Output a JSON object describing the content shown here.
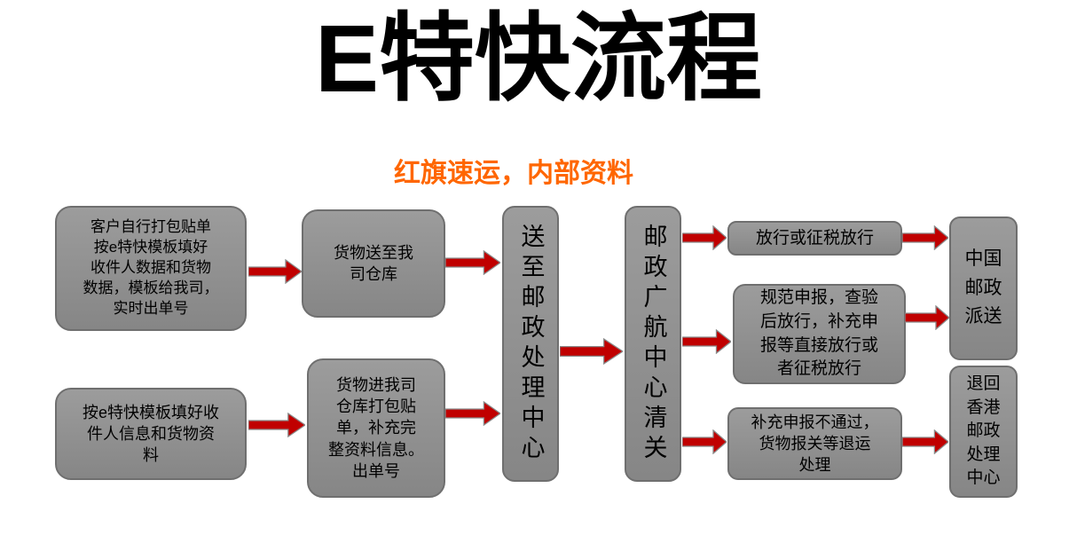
{
  "header": {
    "title": "E特快流程",
    "subtitle": "红旗速运，内部资料"
  },
  "colors": {
    "background": "#ffffff",
    "title": "#000000",
    "subtitle": "#ff6600",
    "box_fill_top": "#9c9c9c",
    "box_fill_bottom": "#868686",
    "box_border": "#6f6f6f",
    "box_text": "#000000",
    "arrow_fill": "#c00000",
    "arrow_stroke": "#8a8a8a"
  },
  "flow": {
    "boxes": [
      {
        "id": "customer-self-pack",
        "text": "客户自行打包贴单\n按e特快模板填好\n收件人数据和货物\n数据，模板给我司，\n实时出单号"
      },
      {
        "id": "template-fill-info",
        "text": "按e特快模板填好收\n件人信息和货物资\n料"
      },
      {
        "id": "goods-to-warehouse",
        "text": "货物送至我\n司仓库"
      },
      {
        "id": "warehouse-pack-label",
        "text": "货物进我司\n仓库打包贴\n单，补充完\n整资料信息。\n出单号"
      },
      {
        "id": "postal-processing-center",
        "text": "送至邮政处理中心"
      },
      {
        "id": "customs-clearance-center",
        "text": "邮政广航中心清关"
      },
      {
        "id": "release-or-tax-release",
        "text": "放行或征税放行"
      },
      {
        "id": "standard-declaration",
        "text": "规范申报，查验\n后放行，补充申\n报等直接放行或\n者征税放行"
      },
      {
        "id": "declaration-fail-return",
        "text": "补充申报不通过，\n货物报关等退运\n处理"
      },
      {
        "id": "china-post-delivery",
        "text": "中国\n邮政\n派送"
      },
      {
        "id": "return-hk-postal-center",
        "text": "退回\n香港\n邮政\n处理\n中心"
      }
    ]
  }
}
